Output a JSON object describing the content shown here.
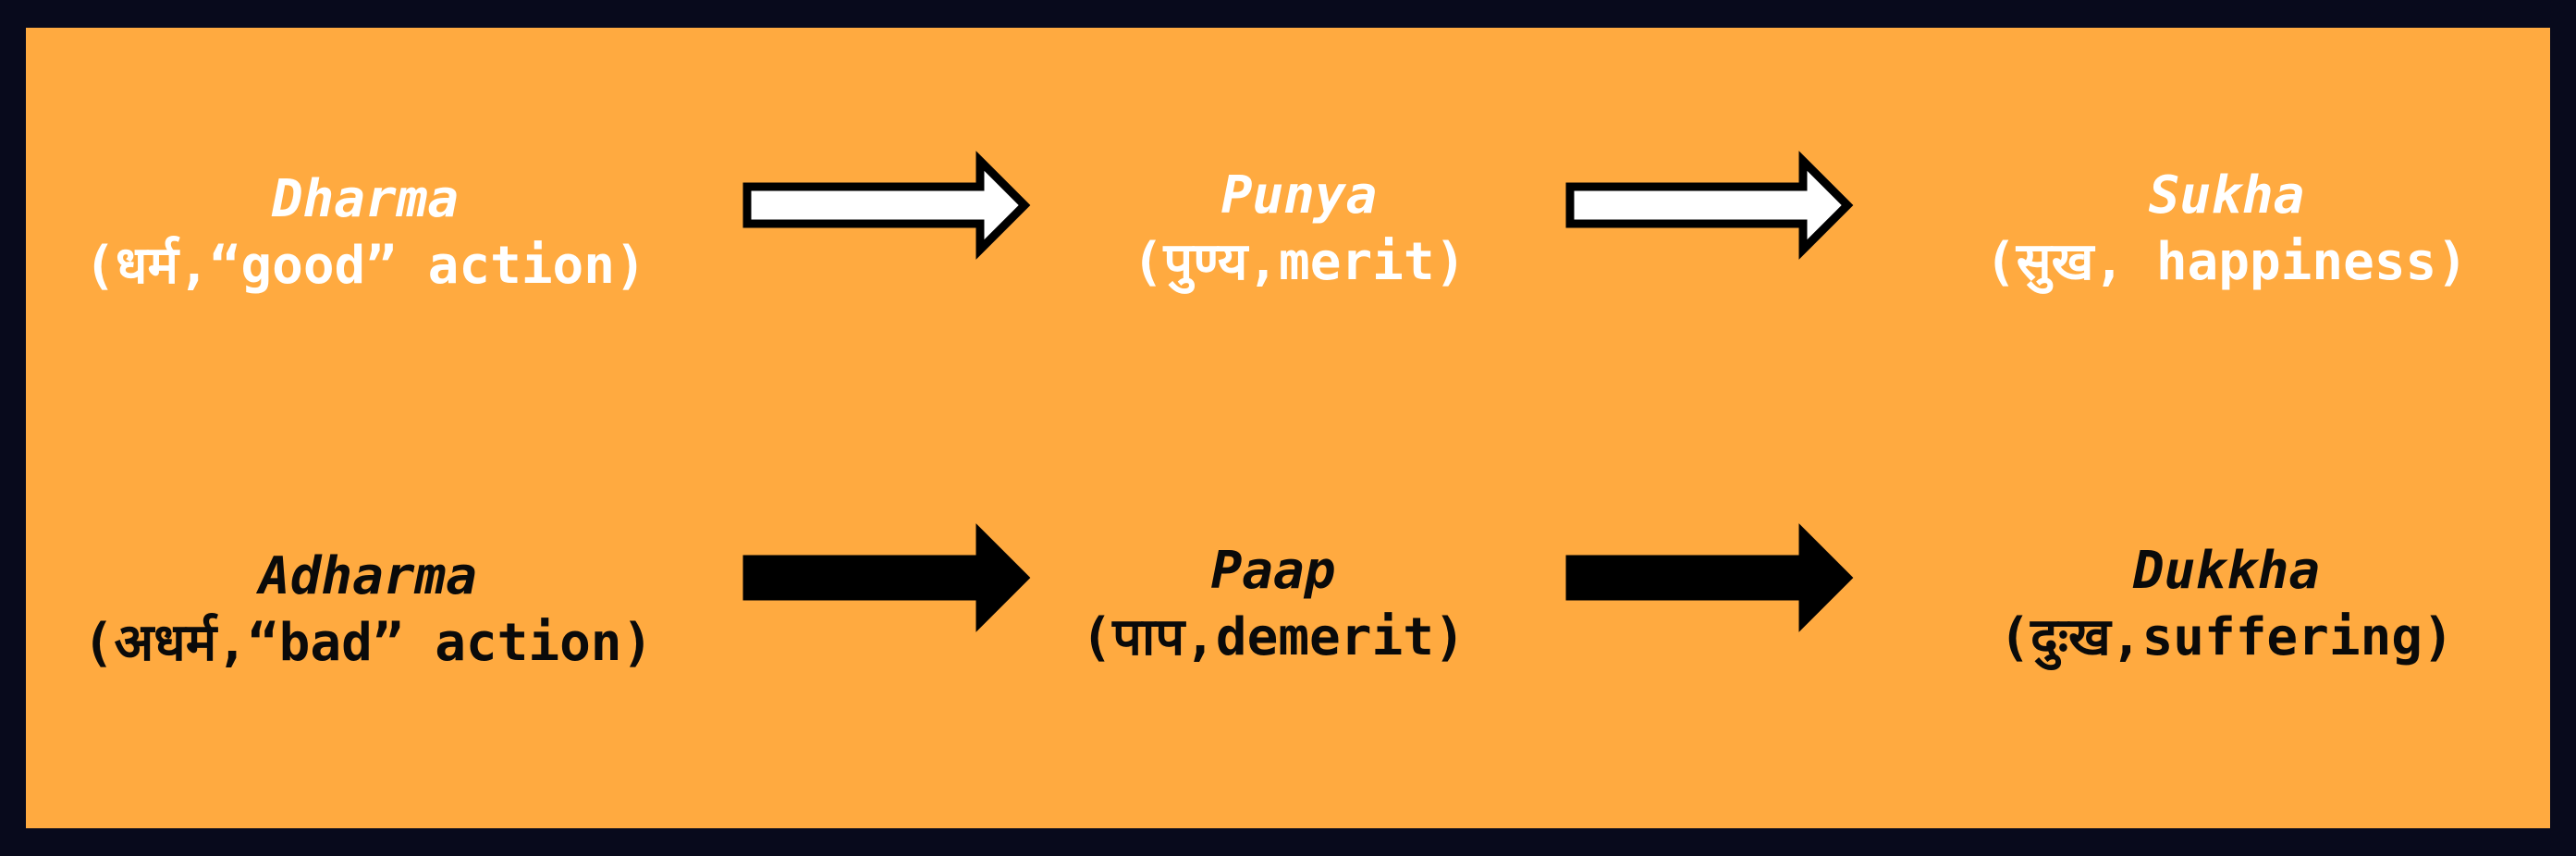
{
  "nodes": {
    "dharma": {
      "title": "Dharma",
      "sub": "(धर्म,“good” action)"
    },
    "punya": {
      "title": "Punya",
      "sub": "(पुण्य,merit)"
    },
    "sukha": {
      "title": "Sukha",
      "sub": "(सुख, happiness)"
    },
    "adharma": {
      "title": "Adharma",
      "sub": "(अधर्म,“bad” action)"
    },
    "paap": {
      "title": "Paap",
      "sub": "(पाप,demerit)"
    },
    "dukkha": {
      "title": "Dukkha",
      "sub": "(दुःख,suffering)"
    }
  },
  "colors": {
    "background": "#ffaa40",
    "border": "#080a1c",
    "light_text": "#ffffff",
    "dark_text": "#0a0a0a"
  }
}
